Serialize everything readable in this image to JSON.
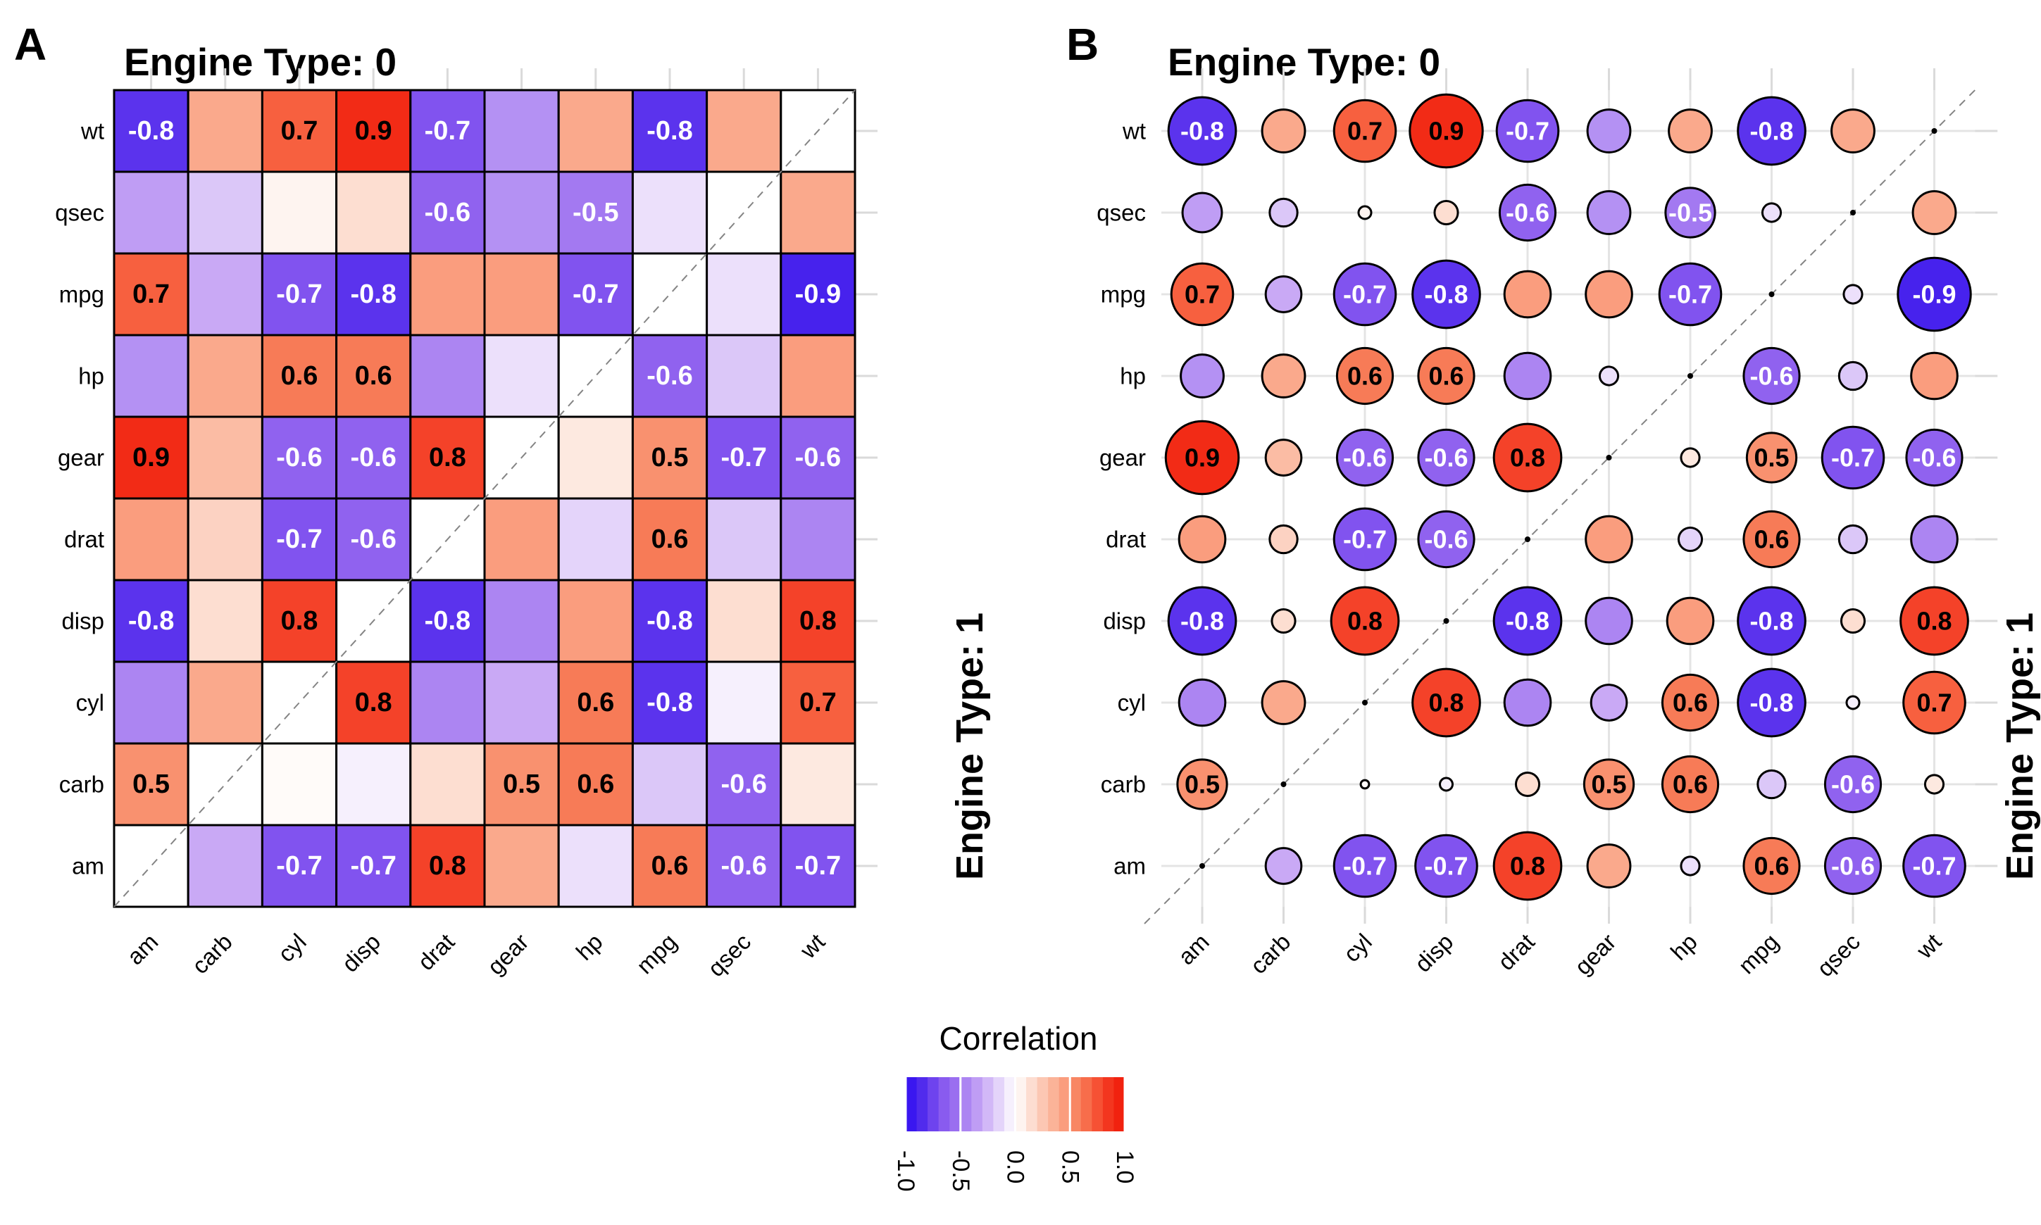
{
  "panels": {
    "a": {
      "letter": "A",
      "top_facet_label": "Engine Type: 0",
      "right_facet_label": "Engine Type: 1"
    },
    "b": {
      "letter": "B",
      "top_facet_label": "Engine Type: 0",
      "right_facet_label": "Engine Type: 1"
    }
  },
  "legend": {
    "title": "Correlation",
    "tick_labels": [
      "-1.0",
      "-0.5",
      "0.0",
      "0.5",
      "1.0"
    ],
    "tick_values": [
      -1,
      -0.5,
      0,
      0.5,
      1
    ],
    "range": [
      -1,
      1
    ]
  },
  "colors": {
    "background": "#FFFFFF",
    "grid_line": "#E4E4E4",
    "tick_mark": "#DADADA",
    "cell_border": "#000000",
    "circle_border": "#000000",
    "diagonal_dash": "#848484",
    "label_positive_text": "#000000",
    "label_negative_text": "#FFFFFF",
    "palette_anchors": [
      [
        -1.0,
        "#2D0CF2"
      ],
      [
        -0.9,
        "#4722ED"
      ],
      [
        -0.8,
        "#5B33ED"
      ],
      [
        -0.7,
        "#8153EF"
      ],
      [
        -0.6,
        "#9062EF"
      ],
      [
        -0.5,
        "#A379F1"
      ],
      [
        -0.4,
        "#B491F3"
      ],
      [
        -0.3,
        "#C9A9F5"
      ],
      [
        -0.2,
        "#DBC7F8"
      ],
      [
        -0.1,
        "#ECE0FB"
      ],
      [
        0.0,
        "#FFFFFF"
      ],
      [
        0.1,
        "#FDE9E0"
      ],
      [
        0.2,
        "#FCD2C2"
      ],
      [
        0.3,
        "#FBBCA4"
      ],
      [
        0.4,
        "#FAA98C"
      ],
      [
        0.5,
        "#F9916F"
      ],
      [
        0.6,
        "#F77B57"
      ],
      [
        0.7,
        "#F7603F"
      ],
      [
        0.8,
        "#F44229"
      ],
      [
        0.9,
        "#F22B16"
      ],
      [
        1.0,
        "#F01807"
      ]
    ]
  },
  "chart_data": [
    {
      "type": "heatmap",
      "panel": "A",
      "title": "Engine Type: 0",
      "right_label": "Engine Type: 1",
      "upper_left_triangle": "Engine Type: 0",
      "lower_right_triangle": "Engine Type: 1",
      "x_categories": [
        "am",
        "carb",
        "cyl",
        "disp",
        "drat",
        "gear",
        "hp",
        "mpg",
        "qsec",
        "wt"
      ],
      "y_categories_top_to_bottom": [
        "wt",
        "qsec",
        "mpg",
        "hp",
        "gear",
        "drat",
        "disp",
        "cyl",
        "carb",
        "am"
      ],
      "cell_label_threshold": 0.5,
      "diagonal": "blank white cells crossed by dashed identity line",
      "value_range": [
        -1,
        1
      ],
      "rows": [
        {
          "var": "wt",
          "values": [
            -0.8,
            0.4,
            0.7,
            0.9,
            -0.7,
            -0.4,
            0.4,
            -0.8,
            0.4,
            null
          ]
        },
        {
          "var": "qsec",
          "values": [
            -0.35,
            -0.2,
            0.05,
            0.15,
            -0.6,
            -0.4,
            -0.5,
            -0.1,
            null,
            0.4
          ]
        },
        {
          "var": "mpg",
          "values": [
            0.7,
            -0.3,
            -0.7,
            -0.8,
            0.45,
            0.45,
            -0.7,
            null,
            -0.1,
            -0.9
          ]
        },
        {
          "var": "hp",
          "values": [
            -0.4,
            0.4,
            0.6,
            0.6,
            -0.45,
            -0.1,
            null,
            -0.6,
            -0.2,
            0.45
          ]
        },
        {
          "var": "gear",
          "values": [
            0.9,
            0.3,
            -0.6,
            -0.6,
            0.8,
            null,
            0.1,
            0.5,
            -0.7,
            -0.6
          ]
        },
        {
          "var": "drat",
          "values": [
            0.45,
            0.2,
            -0.7,
            -0.6,
            null,
            0.45,
            -0.15,
            0.6,
            -0.2,
            -0.45
          ]
        },
        {
          "var": "disp",
          "values": [
            -0.8,
            0.15,
            0.8,
            null,
            -0.8,
            -0.45,
            0.45,
            -0.8,
            0.15,
            0.8
          ]
        },
        {
          "var": "cyl",
          "values": [
            -0.45,
            0.4,
            null,
            0.8,
            -0.45,
            -0.3,
            0.6,
            -0.8,
            -0.05,
            0.7
          ]
        },
        {
          "var": "carb",
          "values": [
            0.5,
            null,
            0.02,
            -0.05,
            0.15,
            0.5,
            0.6,
            -0.2,
            -0.6,
            0.1
          ]
        },
        {
          "var": "am",
          "values": [
            null,
            -0.3,
            -0.7,
            -0.7,
            0.8,
            0.4,
            -0.1,
            0.6,
            -0.6,
            -0.7
          ]
        }
      ]
    },
    {
      "type": "bubble-matrix",
      "panel": "B",
      "title": "Engine Type: 0",
      "right_label": "Engine Type: 1",
      "upper_left_triangle": "Engine Type: 0",
      "lower_right_triangle": "Engine Type: 1",
      "size_encoding": "circle size scales with |correlation|; diagonal shown as tiny black dots",
      "x_categories": [
        "am",
        "carb",
        "cyl",
        "disp",
        "drat",
        "gear",
        "hp",
        "mpg",
        "qsec",
        "wt"
      ],
      "y_categories_top_to_bottom": [
        "wt",
        "qsec",
        "mpg",
        "hp",
        "gear",
        "drat",
        "disp",
        "cyl",
        "carb",
        "am"
      ],
      "cell_label_threshold": 0.5,
      "grid": "light gray gridlines at every row and column",
      "value_range": [
        -1,
        1
      ],
      "rows": [
        {
          "var": "wt",
          "values": [
            -0.8,
            0.4,
            0.7,
            0.9,
            -0.7,
            -0.4,
            0.4,
            -0.8,
            0.4,
            null
          ]
        },
        {
          "var": "qsec",
          "values": [
            -0.35,
            -0.2,
            0.05,
            0.15,
            -0.6,
            -0.4,
            -0.5,
            -0.1,
            null,
            0.4
          ]
        },
        {
          "var": "mpg",
          "values": [
            0.7,
            -0.3,
            -0.7,
            -0.8,
            0.45,
            0.45,
            -0.7,
            null,
            -0.1,
            -0.9
          ]
        },
        {
          "var": "hp",
          "values": [
            -0.4,
            0.4,
            0.6,
            0.6,
            -0.45,
            -0.1,
            null,
            -0.6,
            -0.2,
            0.45
          ]
        },
        {
          "var": "gear",
          "values": [
            0.9,
            0.3,
            -0.6,
            -0.6,
            0.8,
            null,
            0.1,
            0.5,
            -0.7,
            -0.6
          ]
        },
        {
          "var": "drat",
          "values": [
            0.45,
            0.2,
            -0.7,
            -0.6,
            null,
            0.45,
            -0.15,
            0.6,
            -0.2,
            -0.45
          ]
        },
        {
          "var": "disp",
          "values": [
            -0.8,
            0.15,
            0.8,
            null,
            -0.8,
            -0.45,
            0.45,
            -0.8,
            0.15,
            0.8
          ]
        },
        {
          "var": "cyl",
          "values": [
            -0.45,
            0.4,
            null,
            0.8,
            -0.45,
            -0.3,
            0.6,
            -0.8,
            -0.05,
            0.7
          ]
        },
        {
          "var": "carb",
          "values": [
            0.5,
            null,
            0.02,
            -0.05,
            0.15,
            0.5,
            0.6,
            -0.2,
            -0.6,
            0.1
          ]
        },
        {
          "var": "am",
          "values": [
            null,
            -0.3,
            -0.7,
            -0.7,
            0.8,
            0.4,
            -0.1,
            0.6,
            -0.6,
            -0.7
          ]
        }
      ]
    }
  ]
}
